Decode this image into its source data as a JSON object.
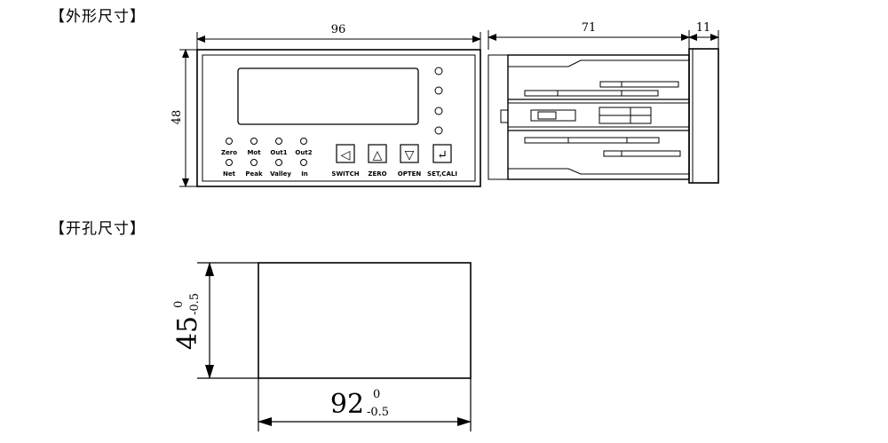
{
  "headings": {
    "outline": "【外形尺寸】",
    "cutout": "【开孔尺寸】"
  },
  "front": {
    "width_dim": "96",
    "height_dim": "48",
    "top_indicators": [
      "Zero",
      "Mot",
      "Out1",
      "Out2"
    ],
    "bottom_indicators": [
      "Net",
      "Peak",
      "Valley",
      "In"
    ],
    "buttons": [
      {
        "icon": "triangle-left-icon",
        "glyph": "◁",
        "label": "SWITCH"
      },
      {
        "icon": "triangle-up-icon",
        "glyph": "△",
        "label": "ZERO"
      },
      {
        "icon": "triangle-down-icon",
        "glyph": "▽",
        "label": "OPTEN"
      },
      {
        "icon": "enter-icon",
        "glyph": "↵",
        "label": "SET,CALI"
      }
    ]
  },
  "side": {
    "depth_dim": "71",
    "bezel_dim": "11"
  },
  "cutout": {
    "height_main": "45",
    "height_sup": "0",
    "height_sub": "-0.5",
    "width_main": "92",
    "width_sup": "0",
    "width_sub": "-0.5"
  }
}
